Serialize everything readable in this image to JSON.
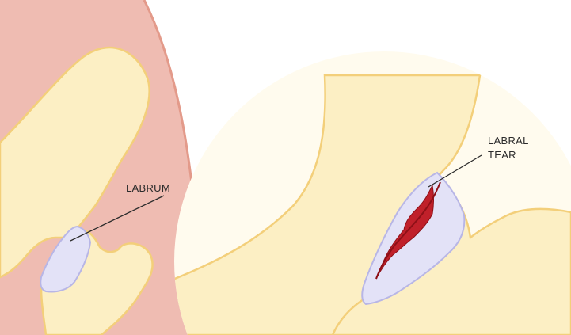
{
  "labels": {
    "left": "LABRUM",
    "right_line1": "LABRAL",
    "right_line2": "TEAR"
  },
  "colors": {
    "background": "#ffffff",
    "soft_tissue": "#efbcb2",
    "soft_tissue_edge": "#e39a8a",
    "bone": "#fcefc4",
    "bone_edge": "#f3cf7a",
    "magnifier_bg": "#fffbee",
    "labrum": "#e3e2f7",
    "labrum_edge": "#b8b6e6",
    "tear": "#c0202a",
    "tear_edge": "#8e1017",
    "leader_line": "#2b2b2b"
  }
}
